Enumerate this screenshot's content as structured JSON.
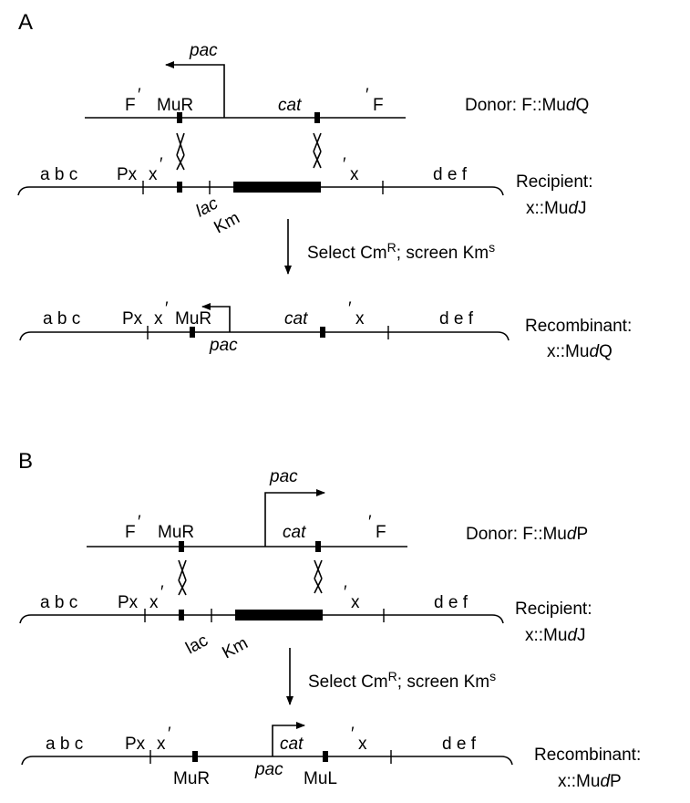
{
  "panel_a": {
    "label": "A",
    "donor": {
      "pac": "pac",
      "f_left": "F",
      "mur": "MuR",
      "cat": "cat",
      "f_right": "F",
      "label_prefix": "Donor: F::Mu",
      "label_italic": "d",
      "label_suffix": "Q"
    },
    "recipient": {
      "genes_left": "a b c",
      "px": "Px",
      "x_left": "x",
      "lac": "lac",
      "km": "Km",
      "x_right": "x",
      "genes_right": "d e f",
      "label_line1": "Recipient:",
      "label_prefix": "x::Mu",
      "label_italic": "d",
      "label_suffix": "J"
    },
    "selection": {
      "select": "Select Cm",
      "cm_sup": "R",
      "screen": "; screen Km",
      "km_sup": "s"
    },
    "recombinant": {
      "genes_left": "a b c",
      "px": "Px",
      "x_left": "x",
      "mur": "MuR",
      "pac": "pac",
      "cat": "cat",
      "x_right": "x",
      "genes_right": "d e f",
      "label_line1": "Recombinant:",
      "label_prefix": "x::Mu",
      "label_italic": "d",
      "label_suffix": "Q"
    }
  },
  "panel_b": {
    "label": "B",
    "donor": {
      "pac": "pac",
      "f_left": "F",
      "mur": "MuR",
      "cat": "cat",
      "f_right": "F",
      "label_prefix": "Donor: F::Mu",
      "label_italic": "d",
      "label_suffix": "P"
    },
    "recipient": {
      "genes_left": "a b c",
      "px": "Px",
      "x_left": "x",
      "lac": "lac",
      "km": "Km",
      "x_right": "x",
      "genes_right": "d e f",
      "label_line1": "Recipient:",
      "label_prefix": "x::Mu",
      "label_italic": "d",
      "label_suffix": "J"
    },
    "selection": {
      "select": "Select Cm",
      "cm_sup": "R",
      "screen": "; screen Km",
      "km_sup": "s"
    },
    "recombinant": {
      "genes_left": "a b c",
      "px": "Px",
      "x_left": "x",
      "cat": "cat",
      "x_right": "x",
      "genes_right": "d e f",
      "mur": "MuR",
      "pac": "pac",
      "mul": "MuL",
      "label_line1": "Recombinant:",
      "label_prefix": "x::Mu",
      "label_italic": "d",
      "label_suffix": "P"
    }
  }
}
